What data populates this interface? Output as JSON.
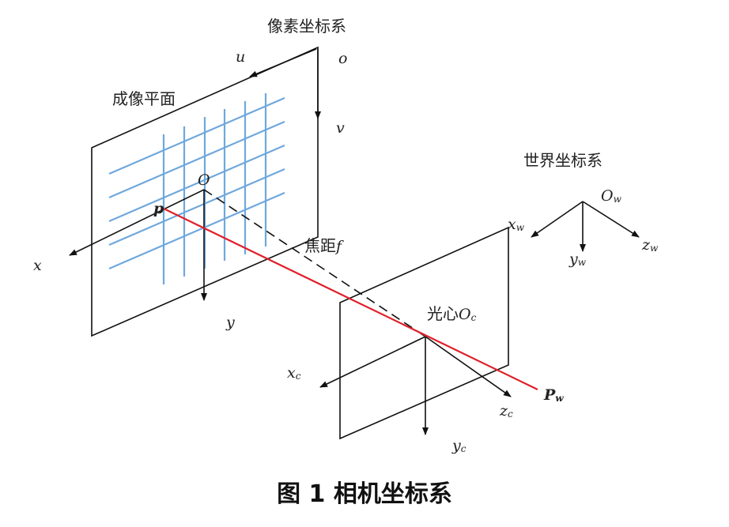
{
  "labels": {
    "pixel_frame": "像素坐标系",
    "axis_u": "u",
    "origin_o": "o",
    "axis_v": "v",
    "image_plane": "成像平面",
    "world_frame": "世界坐标系",
    "image_origin": "O",
    "point_p": "p",
    "axis_x": "x",
    "axis_y": "y",
    "focal_length": "焦距",
    "focal_symbol": "f",
    "optical_center": "光心",
    "oc_main": "O",
    "oc_sub": "c",
    "ow_main": "O",
    "ow_sub": "w",
    "xw_main": "x",
    "xw_sub": "w",
    "yw_main": "y",
    "yw_sub": "w",
    "zw_main": "z",
    "zw_sub": "w",
    "xc_main": "x",
    "xc_sub": "c",
    "yc_main": "y",
    "yc_sub": "c",
    "zc_main": "z",
    "zc_sub": "c",
    "pw_main": "P",
    "pw_sub": "w"
  },
  "caption": "图 1  相机坐标系",
  "colors": {
    "grid": "#6fa8dc",
    "ray": "#e0202a",
    "line": "#111111"
  }
}
